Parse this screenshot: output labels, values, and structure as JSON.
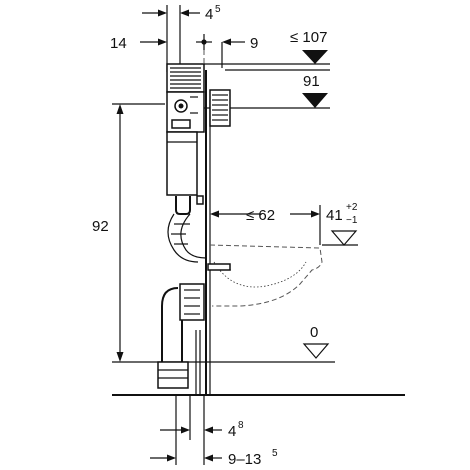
{
  "dimensions": {
    "top_offset_main": "4",
    "top_offset_sup": "5",
    "left_width": "14",
    "right_width": "9",
    "height_max": "≤ 107",
    "height_91": "91",
    "height_92": "92",
    "bowl_depth": "≤ 62",
    "bowl_height_main": "41",
    "bowl_tol_plus": "+2",
    "bowl_tol_minus": "−1",
    "floor_level": "0",
    "bottom_offset_main": "4",
    "bottom_offset_sup": "8",
    "bottom_range_main": "9–13",
    "bottom_range_sup": "5"
  }
}
